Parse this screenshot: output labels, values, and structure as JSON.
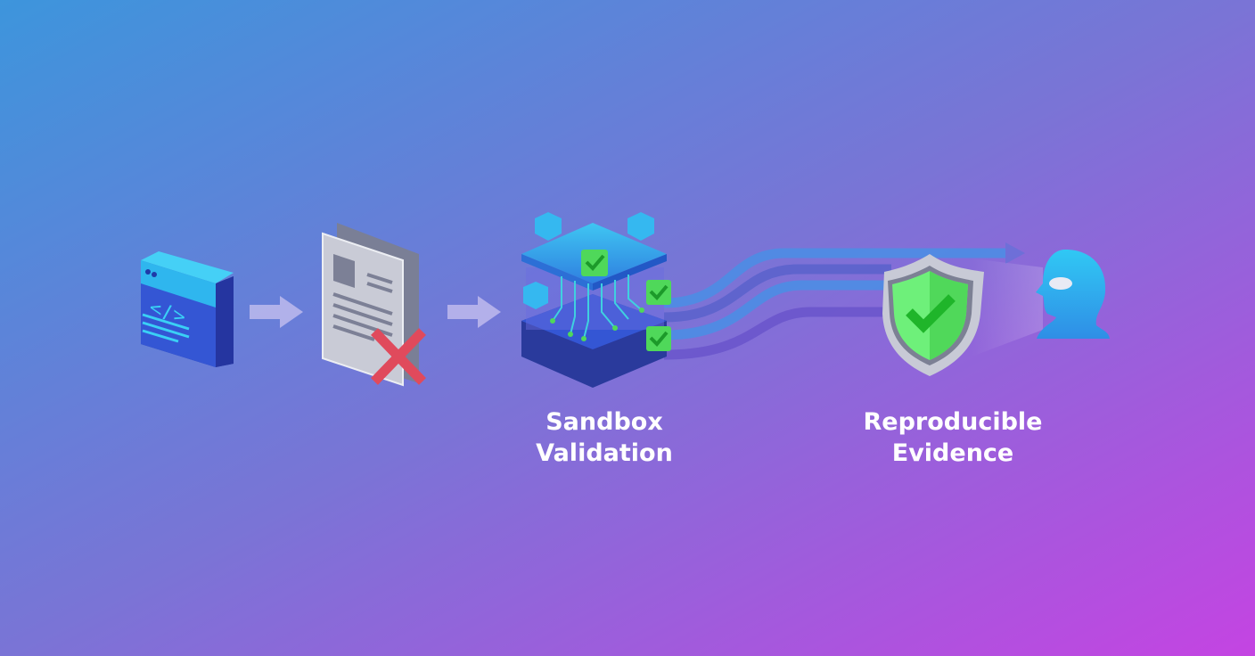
{
  "labels": {
    "sandbox": [
      "Sandbox",
      "Validation"
    ],
    "evidence": [
      "Reproducible",
      "Evidence"
    ]
  },
  "icons": [
    "code-window-icon",
    "arrow-right-icon",
    "rejected-document-icon",
    "arrow-right-icon",
    "sandbox-cube-icon",
    "data-streams-icon",
    "shield-check-icon",
    "human-head-eye-icon"
  ],
  "colors": {
    "background_start": "#3d95dc",
    "background_end": "#c444e2",
    "check_green": "#4fd85a",
    "reject_red": "#e04a5c",
    "cube_blue": "#2f8fe6"
  }
}
